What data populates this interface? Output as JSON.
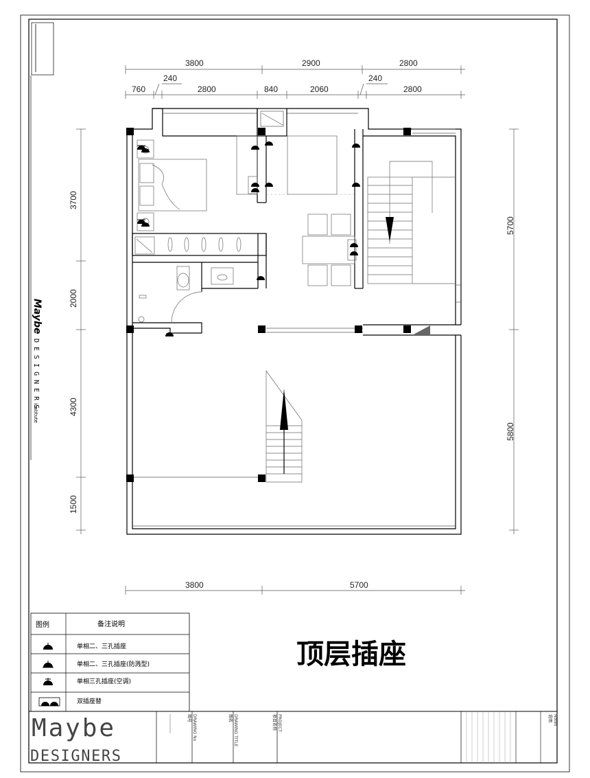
{
  "drawing_title": "顶层插座",
  "brand": {
    "vertical_main": "Maybe",
    "vertical_sub": "DESIGNERS",
    "vertical_suffix": "institute",
    "bottom_main": "Maybe",
    "bottom_sub": "DESIGNERS"
  },
  "dimensions": {
    "top_row1": [
      "3800",
      "2900",
      "2800"
    ],
    "top_row2": [
      "760",
      "2800",
      "840",
      "2060",
      "2800"
    ],
    "top_small": [
      "240",
      "240"
    ],
    "left": [
      "3700",
      "2000",
      "4300",
      "1500"
    ],
    "right": [
      "5700",
      "5800"
    ],
    "bottom": [
      "3800",
      "5700"
    ]
  },
  "legend": {
    "col_symbol": "图例",
    "col_note": "备注说明",
    "rows": [
      {
        "icon": "single-phase-socket-icon",
        "text": "单相二、三孔插座"
      },
      {
        "icon": "waterproof-socket-icon",
        "text": "单相二、三孔插座(防溅型)"
      },
      {
        "icon": "ac-socket-icon",
        "text": "单相三孔插座(空调)"
      },
      {
        "icon": "double-socket-icon",
        "text": "双插座替"
      }
    ]
  },
  "title_block": {
    "drawing_no_label": "DRAWING No",
    "drawing_no_cn": "图号",
    "drawing_title_label": "DRAWING TITLE",
    "drawing_title_cn": "图名",
    "project_label": "PROJECT",
    "project_cn": "项目名称",
    "notes_label": "Notes",
    "notes_cn": "说明"
  },
  "colors": {
    "line": "#000000",
    "grey": "#666666"
  }
}
